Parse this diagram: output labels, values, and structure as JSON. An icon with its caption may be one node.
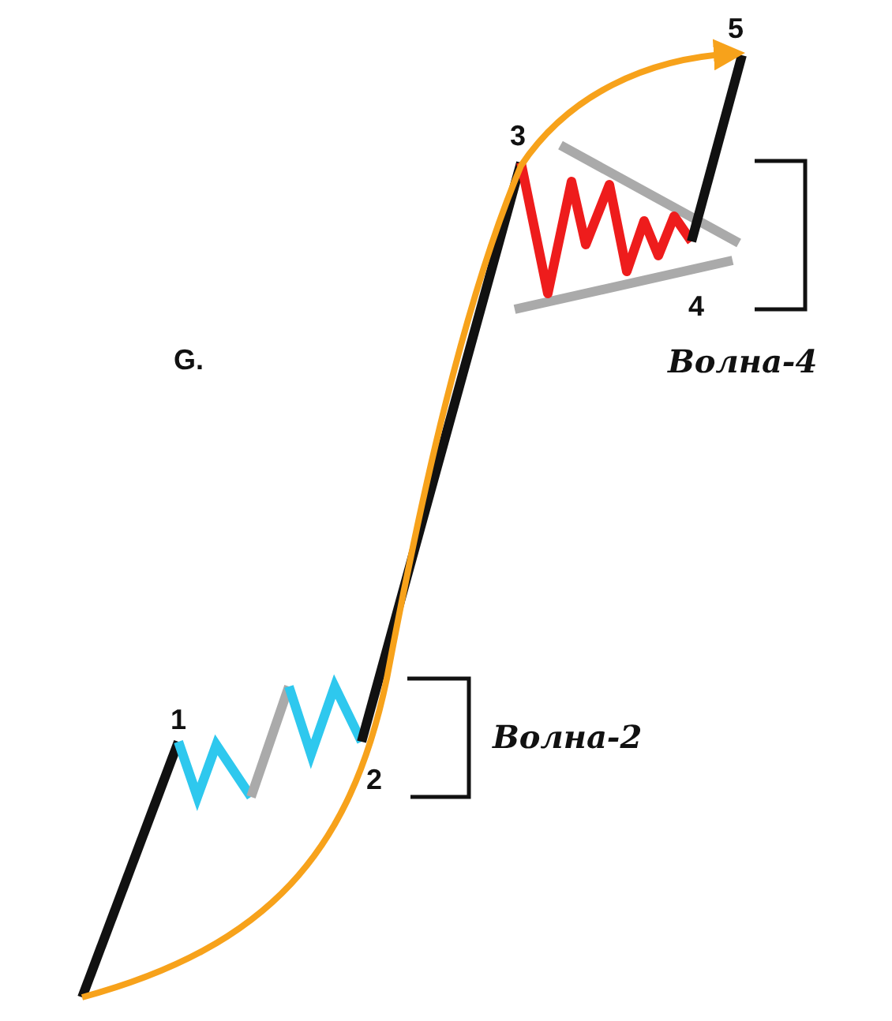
{
  "diagram": {
    "labels": [
      "5",
      "3",
      "G.",
      "4",
      "Волна-4",
      "1",
      "2",
      "Волна-2"
    ]
  }
}
